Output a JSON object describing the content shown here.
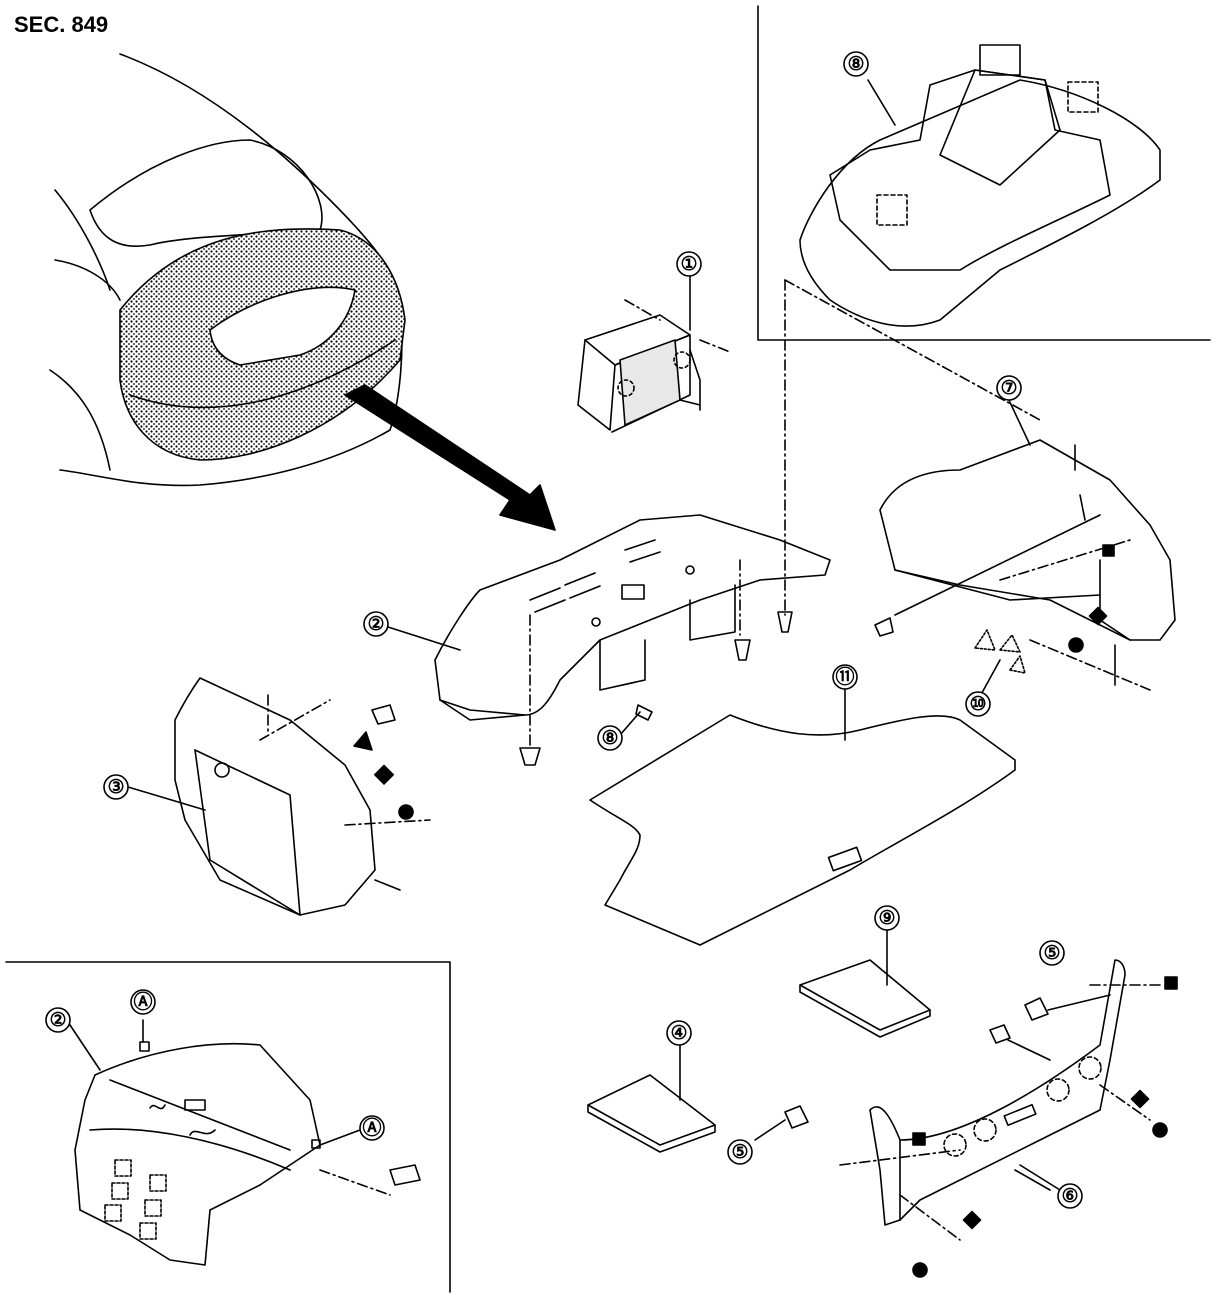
{
  "section": {
    "title": "SEC. 849"
  },
  "colors": {
    "ink": "#000000",
    "paper": "#ffffff",
    "shade": "#bdbdbd"
  },
  "callouts": {
    "c1": "①",
    "c2": "②",
    "c3": "③",
    "c4": "④",
    "c5": "⑤",
    "c6": "⑥",
    "c7": "⑦",
    "c8": "⑧",
    "c9": "⑨",
    "c10": "⑩",
    "c11": "⑪",
    "refA": "Ⓐ"
  },
  "legend_marks": [
    "filled-square",
    "filled-diamond",
    "filled-circle",
    "filled-triangle",
    "dotted-triangle"
  ]
}
